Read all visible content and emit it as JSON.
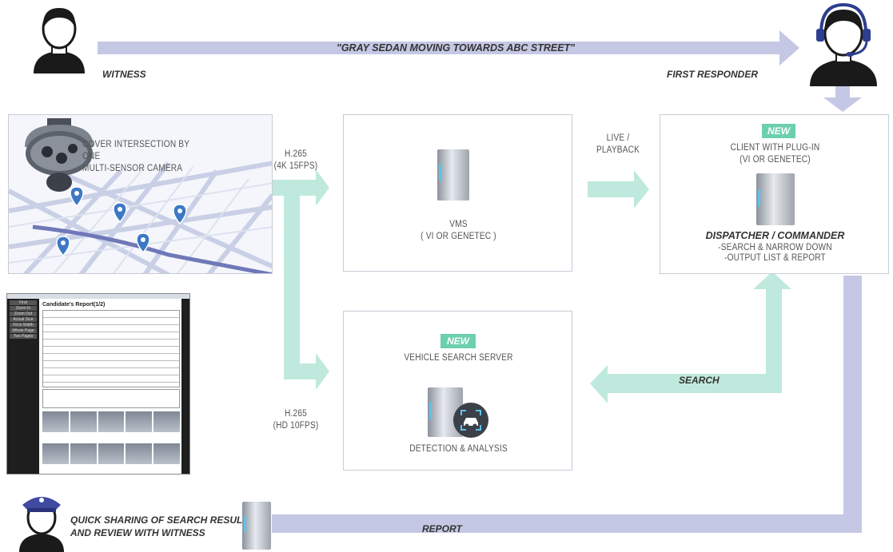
{
  "witness_label": "WITNESS",
  "quote": "\"GRAY SEDAN MOVING TOWARDS ABC STREET\"",
  "first_responder_label": "FIRST RESPONDER",
  "camera_text": [
    "COVER INTERSECTION BY ONE",
    "MULTI-SENSOR CAMERA"
  ],
  "stream_top": [
    "H.265",
    "(4K 15FPS)"
  ],
  "stream_bottom": [
    "H.265",
    "(HD 10FPS)"
  ],
  "vms": {
    "title": "VMS",
    "subtitle": "( VI OR GENETEC )"
  },
  "live_playback": [
    "LIVE /",
    "PLAYBACK"
  ],
  "client": {
    "badge": "NEW",
    "title_lines": [
      "CLIENT WITH PLUG-IN",
      "(VI OR GENETEC)"
    ],
    "role": "DISPATCHER / COMMANDER",
    "items": [
      "-SEARCH & NARROW DOWN",
      "-OUTPUT LIST & REPORT"
    ]
  },
  "search_server": {
    "badge": "NEW",
    "title": "VEHICLE SEARCH SERVER",
    "caption": "DETECTION & ANALYSIS"
  },
  "search_label": "SEARCH",
  "report_label": "REPORT",
  "sharing_text": [
    "QUICK SHARING OF SEARCH RESULTS",
    "AND REVIEW WITH WITNESS"
  ],
  "report_window": {
    "title": "Candidate's Report(1/2)",
    "menu": [
      "Find",
      "Zoom In",
      "Zoom Out",
      "Actual Size",
      "Fit to Width",
      "Whole Page",
      "Two Pages"
    ]
  },
  "colors": {
    "arrow_lavender": "#c5c8e4",
    "arrow_mint": "#bfe9dc",
    "badge": "#6ccfb0",
    "police": "#3f4aa0"
  }
}
